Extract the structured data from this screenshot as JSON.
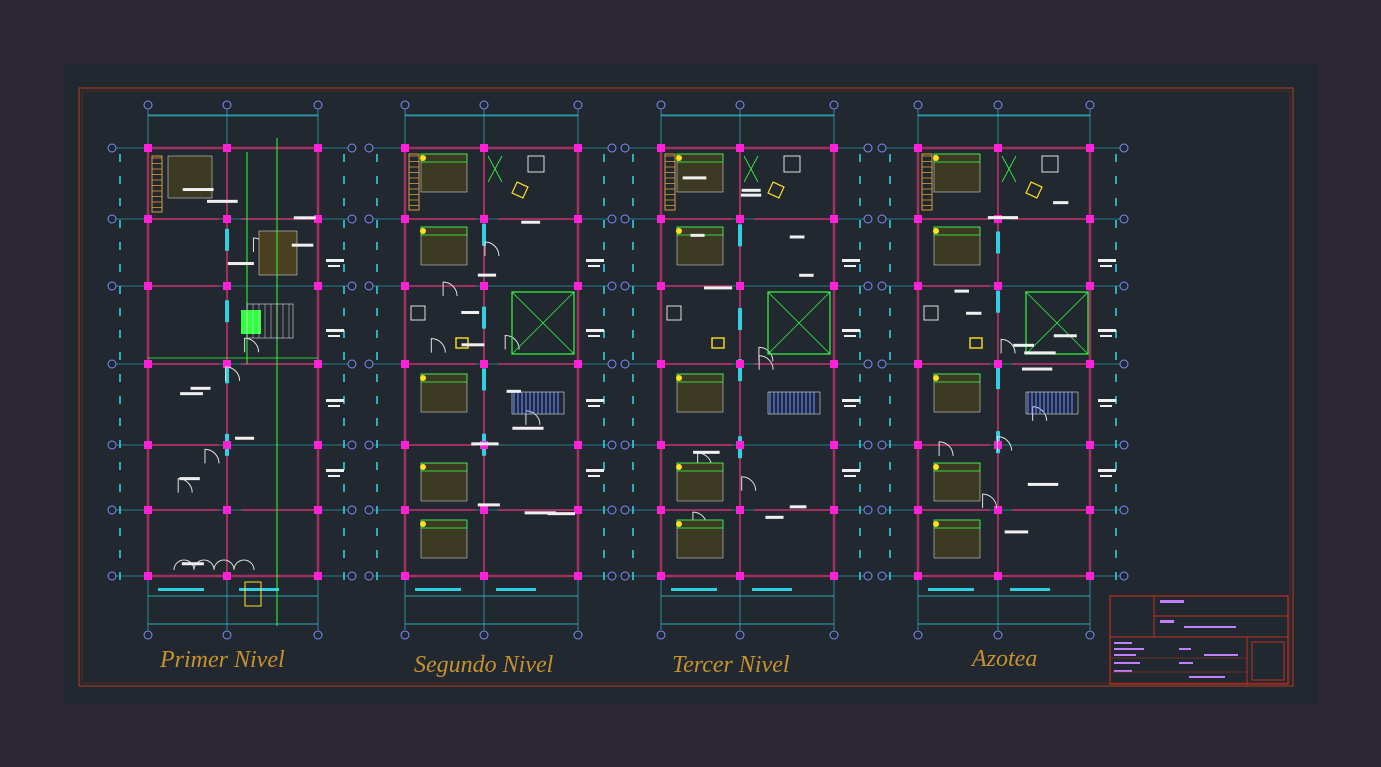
{
  "floor_plans": [
    {
      "id": "primer",
      "title": "Primer Nivel"
    },
    {
      "id": "segundo",
      "title": "Segundo  Nivel"
    },
    {
      "id": "tercer",
      "title": "Tercer  Nivel"
    },
    {
      "id": "azotea",
      "title": "Azotea"
    }
  ],
  "colors": {
    "sheet_bg": "#212830",
    "frame": "#b04020",
    "wall": "#a03060",
    "grid": "#30d0e0",
    "bubble": "#7a8cff",
    "column": "#ff20d8",
    "green": "#30ff40",
    "yellow": "#ffe020",
    "label": "#c7922e",
    "title_block": "#c03020",
    "title_text": "#c080ff"
  },
  "icons": {
    "grid_bubble": "grid-bubble-icon",
    "column": "column-icon",
    "door_swing": "door-swing-icon",
    "stair": "stair-icon"
  }
}
